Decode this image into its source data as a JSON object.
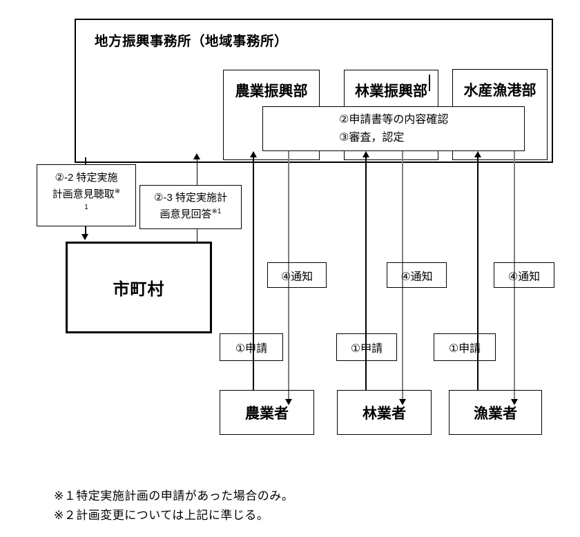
{
  "diagram": {
    "office": {
      "title": "地方振興事務所（地域事務所）"
    },
    "departments": [
      {
        "label": "農業振興部"
      },
      {
        "label": "林業振興部"
      },
      {
        "label": "水産漁港部"
      }
    ],
    "review_box": {
      "line1": "②申請書等の内容確認",
      "line2": "③審査，認定"
    },
    "left_flow": {
      "hearing_box": {
        "line1": "②-2 特定実施",
        "line2": "計画意見聴取",
        "sup1": "※",
        "sup2": "1"
      },
      "reply_box": {
        "line1": "②-3 特定実施計",
        "line2": "画意見回答",
        "sup": "※1"
      },
      "municipality": {
        "label": "市町村"
      }
    },
    "columns": [
      {
        "apply_label": "①申請",
        "notify_label": "④通知",
        "actor": "農業者"
      },
      {
        "apply_label": "①申請",
        "notify_label": "④通知",
        "actor": "林業者"
      },
      {
        "apply_label": "①申請",
        "notify_label": "④通知",
        "actor": "漁業者"
      }
    ],
    "footnotes": [
      "※１特定実施計画の申請があった場合のみ。",
      "※２計画変更については上記に準じる。"
    ]
  },
  "colors": {
    "background": "#ffffff",
    "line_black": "#000000",
    "line_notify_gray": "#808080"
  }
}
